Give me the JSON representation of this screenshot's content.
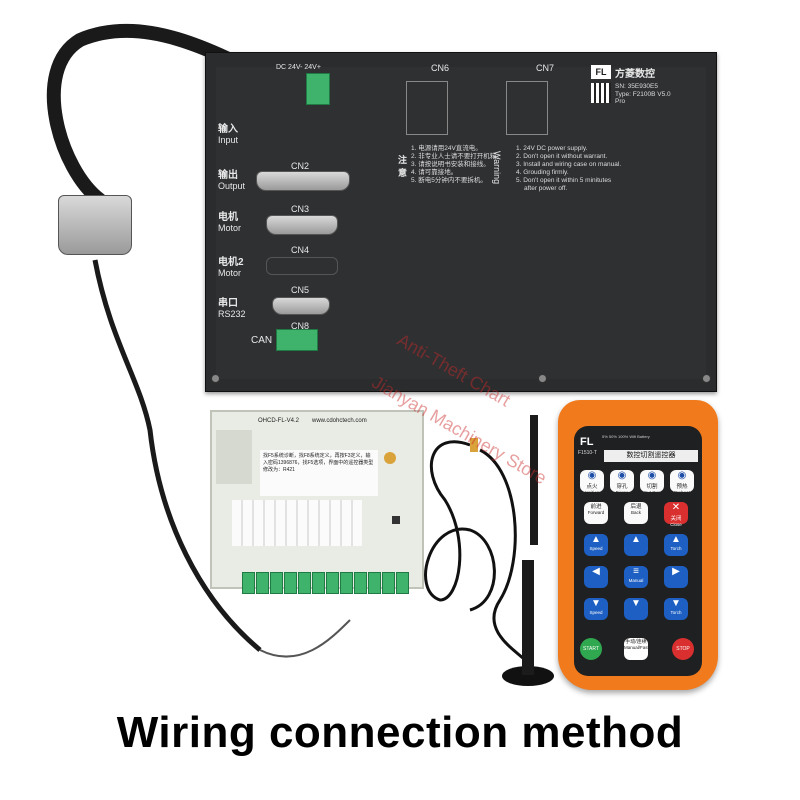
{
  "caption": "Wiring connection method",
  "watermark": [
    "Anti-Theft Chart",
    "Jianyan Machinery Store"
  ],
  "controller": {
    "brand_text": "方菱数控",
    "serial": "SN: 35E930E5",
    "type": "Type: F2100B V5.0",
    "model_line": "Pro",
    "dc_label": "DC  24V-  24V+",
    "ports": {
      "cn6": "CN6",
      "cn7": "CN7",
      "cn2": "CN2",
      "cn3": "CN3",
      "cn4": "CN4",
      "cn5": "CN5",
      "cn8": "CN8",
      "can": "CAN"
    },
    "side_labels": {
      "input_cn": "输入",
      "input_en": "Input",
      "output_cn": "输出",
      "output_en": "Output",
      "motor_cn": "电机",
      "motor_en": "Motor",
      "motor2_cn": "电机2",
      "motor2_en": "Motor",
      "serial_cn": "串口",
      "serial_en": "RS232"
    },
    "notice_title": "注意",
    "notice_cn": [
      "1. 电源请用24V直流电。",
      "2. 非专业人士请不要打开机箱。",
      "3. 请按说明书安装和接线。",
      "4. 请可靠接地。",
      "5. 断电5分钟内不要拆机。"
    ],
    "warning_title": "Warning",
    "warning_en": [
      "1. 24V DC power supply.",
      "2. Don't open it without warrant.",
      "3. Install and wiring case on manual.",
      "4. Grouding firmly.",
      "5. Don't open it within 5 minitutes",
      "after power off."
    ]
  },
  "board": {
    "top_label": "OHCD-FL-V4.2",
    "web": "www.cdohctech.com",
    "note_cn": "找F5系统诊断，找F8系统定义，再按F3定义，输入密码1396876，找F5选项，界面中的遥控器类型修改为：R421"
  },
  "remote": {
    "logo": "FL",
    "model": "F1510-T",
    "title_cn": "数控切割遥控器",
    "status": "5%  50%  100%  Wifi  Battery",
    "buttons": [
      {
        "cn": "点火",
        "en": "Ignition",
        "glyph": "◉"
      },
      {
        "cn": "穿孔",
        "en": "Pierce",
        "glyph": "◉"
      },
      {
        "cn": "切割",
        "en": "Cut Oxy",
        "glyph": "◉"
      },
      {
        "cn": "预热",
        "en": "Preheat",
        "glyph": "◉"
      },
      {
        "cn": "前进",
        "en": "Forward",
        "glyph": ""
      },
      {
        "cn": "后退",
        "en": "Back",
        "glyph": ""
      },
      {
        "cn": "关闭",
        "en": "Close",
        "glyph": "✕"
      },
      {
        "cn": "",
        "en": "Speed",
        "glyph": "▲"
      },
      {
        "cn": "",
        "en": "",
        "glyph": "▲"
      },
      {
        "cn": "",
        "en": "Torch",
        "glyph": "▲"
      },
      {
        "cn": "",
        "en": "",
        "glyph": "◀"
      },
      {
        "cn": "",
        "en": "Manual",
        "glyph": "≡"
      },
      {
        "cn": "",
        "en": "",
        "glyph": "▶"
      },
      {
        "cn": "",
        "en": "Speed",
        "glyph": "▼"
      },
      {
        "cn": "",
        "en": "",
        "glyph": "▼"
      },
      {
        "cn": "",
        "en": "Torch",
        "glyph": "▼"
      }
    ],
    "start": "START",
    "manual_fast": "手动/连续",
    "manual_fast_en": "Manual/Fast",
    "stop": "STOP"
  },
  "colors": {
    "remote_orange": "#f07a1c",
    "panel_dark": "#2a2c2e",
    "terminal_green": "#3fb36b"
  }
}
